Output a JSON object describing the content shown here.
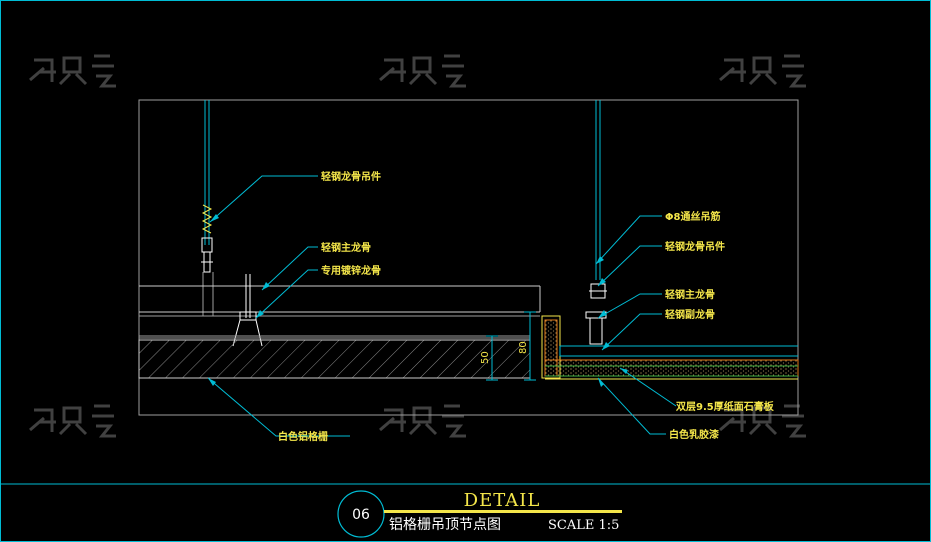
{
  "labels": {
    "hanger_left": "轻钢龙骨吊件",
    "main_keel_left": "轻钢主龙骨",
    "galvanized_keel": "专用镀锌龙骨",
    "white_grille": "白色铝格栅",
    "rod": "Φ8通丝吊筋",
    "hanger_right": "轻钢龙骨吊件",
    "main_keel_right": "轻钢主龙骨",
    "cover_keel": "轻钢副龙骨",
    "gypsum": "双层9.5厚纸面石膏板",
    "latex_paint": "白色乳胶漆"
  },
  "dimensions": {
    "d50": "50",
    "d80": "80"
  },
  "title": {
    "number": "06",
    "main": "DETAIL",
    "sub": "铝格栅吊顶节点图",
    "scale": "SCALE  1:5"
  },
  "colors": {
    "cyan": "#00bcd4",
    "yellow": "#f4e64a",
    "white": "#ffffff",
    "green": "#3fae3f",
    "orange": "#e07a1a",
    "grey": "#9e9e9e"
  },
  "watermark_icon": "zhimo-watermark-icon"
}
